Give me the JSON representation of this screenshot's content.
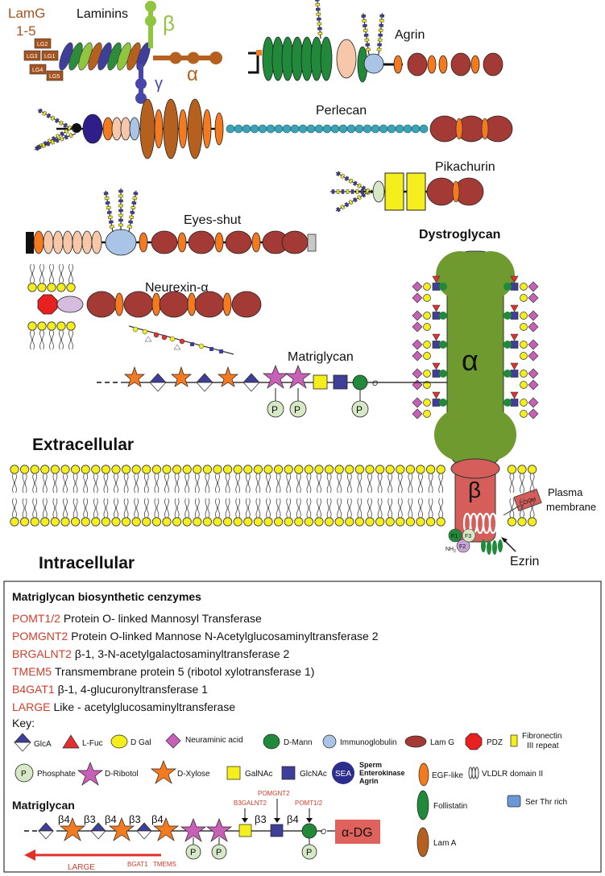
{
  "labels": {
    "lamg": "LamG",
    "lamg_range": "1-5",
    "laminins": "Laminins",
    "beta": "β",
    "alpha": "α",
    "gamma": "γ",
    "lg1": "LG1",
    "lg2": "LG2",
    "lg3": "LG3",
    "lg4": "LG4",
    "lg5": "LG5",
    "agrin": "Agrin",
    "perlecan": "Perlecan",
    "pikachurin": "Pikachurin",
    "eyes_shut": "Eyes-shut",
    "neurexin": "Neurexin-α",
    "dystroglycan": "Dystroglycan",
    "dg_alpha": "α",
    "dg_beta": "β",
    "matriglycan": "Matriglycan",
    "extracellular": "Extracellular",
    "intracellular": "Intracellular",
    "plasma_membrane_1": "Plasma",
    "plasma_membrane_2": "membrane",
    "ezrin": "Ezrin",
    "cooh": "COOH",
    "nh2": "NH",
    "f1": "F1",
    "f2": "F2",
    "f3": "F3",
    "p": "P",
    "o": "O"
  },
  "key": {
    "title": "Matriglycan biosynthetic cenzymes",
    "enzymes": [
      {
        "abbr": "POMT1/2",
        "desc": "Protein O- linked Mannosyl Transferase"
      },
      {
        "abbr": "POMGNT2",
        "desc": "Protein O-linked Mannose N-Acetylglucosaminyltransferase 2"
      },
      {
        "abbr": "BRGALNT2",
        "desc": "β-1, 3-N-acetylgalactosaminyltransferase 2"
      },
      {
        "abbr": "TMEM5",
        "desc": "Transmembrane protein 5 (ribotol xylotransferase 1)"
      },
      {
        "abbr": "B4GAT1",
        "desc": "β-1, 4-glucuronyltransferase 1"
      },
      {
        "abbr": "LARGE",
        "desc": "Like - acetylglucosaminyltransferase"
      }
    ],
    "key_label": "Key:",
    "glca": "GlcA",
    "lfuc": "L-Fuc",
    "dgal": "D Gal",
    "neu": "Neuraminic acid",
    "dmann": "D-Mann",
    "ig": "Immunoglobulin",
    "lamg": "Lam G",
    "pdz": "PDZ",
    "fn1": "Fibronectin",
    "fn2": "III repeat",
    "phosphate": "Phosphate",
    "dribotol": "D-Ribotol",
    "dxylose": "D-Xylose",
    "galnac": "GalNAc",
    "glcnac": "GlcNAc",
    "sea": "SEA",
    "sea1": "Sperm",
    "sea2": "Enterokinase",
    "sea3": "Agrin",
    "egf": "EGF-like",
    "vldlr": "VLDLR domain II",
    "follistatin": "Follistatin",
    "serthr": "Ser Thr rich",
    "lama": "Lam A"
  },
  "bottom": {
    "title": "Matriglycan",
    "b4a": "β4",
    "b3a": "β3",
    "b4b": "β4",
    "b3b": "β3",
    "b4c": "β4",
    "b3c": "β3",
    "b4d": "β4",
    "b3galnt2": "B3GALNT2",
    "pomgnt2": "POMGNT2",
    "pomt": "POMT1/2",
    "adg": "α-DG",
    "large": "LARGE",
    "bgat1": "BGAT1",
    "tmems": "TMEMS"
  },
  "colors": {
    "orange": "#f47a20",
    "darkred": "#a33a35",
    "green": "#208a3a",
    "teal": "#3ba3b5",
    "yellow": "#f5ee1d",
    "olive": "#6e9a30",
    "beta_red": "#d65e5a",
    "navy": "#3f3f9a",
    "brown": "#b5601e",
    "lightblue": "#a9c4e6",
    "peach": "#f6c7a8",
    "enzyme_red": "#d33d2b"
  }
}
